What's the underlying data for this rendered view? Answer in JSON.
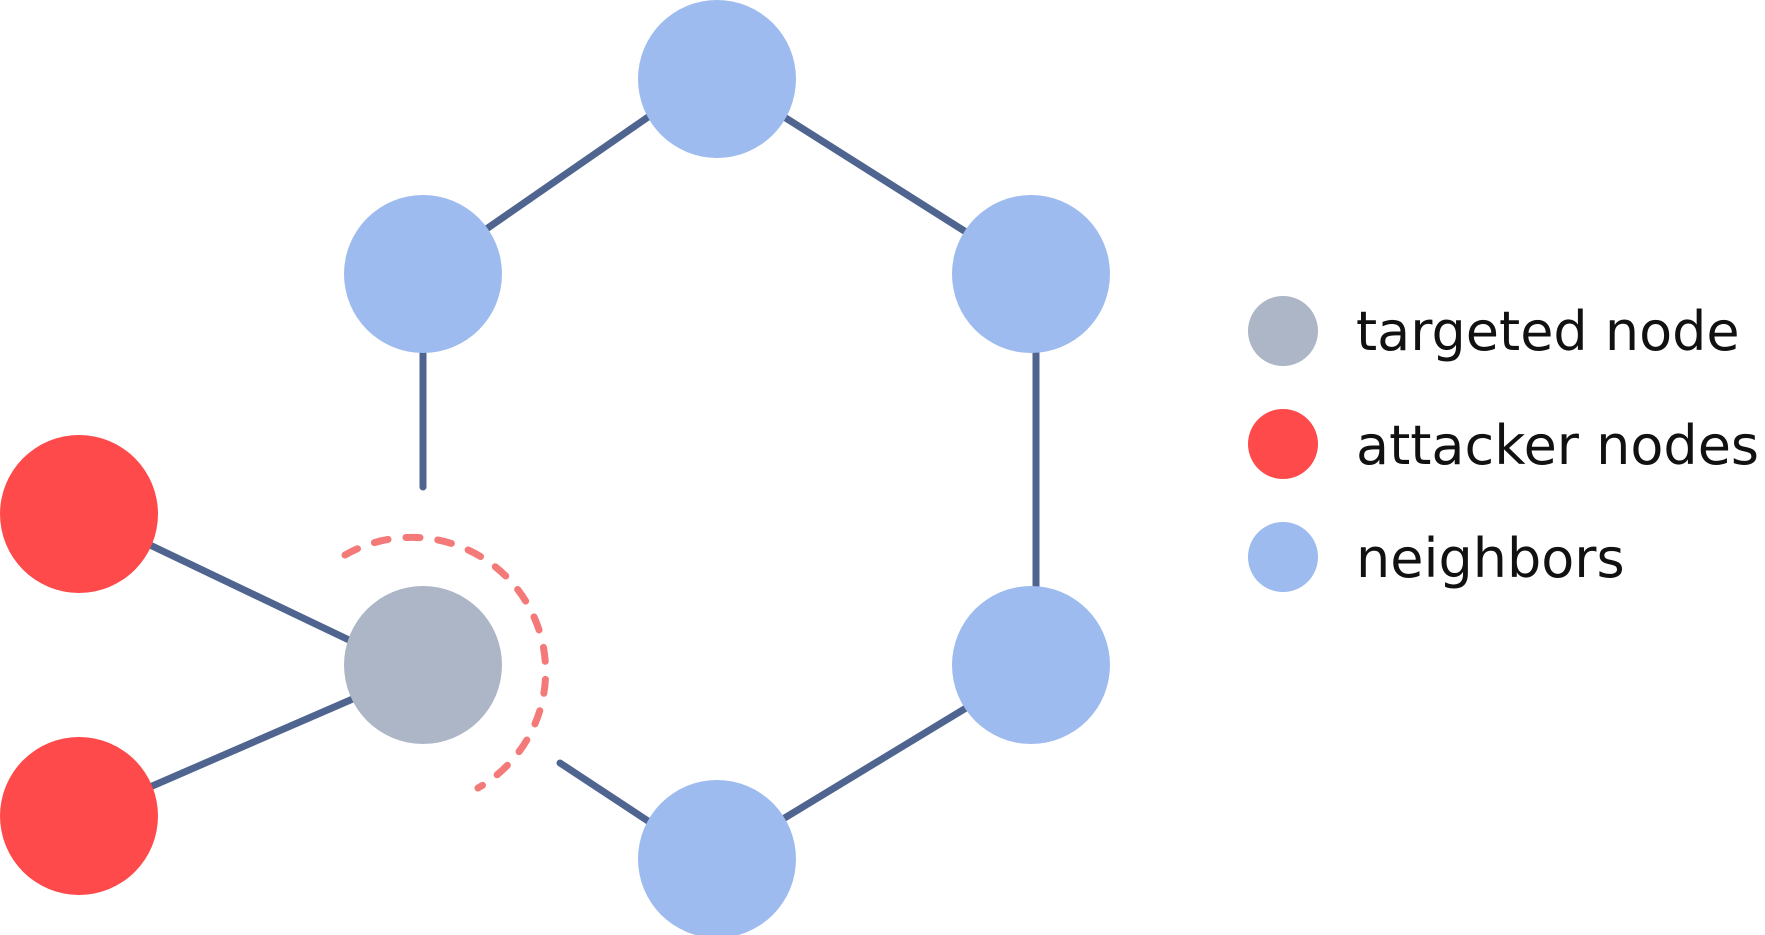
{
  "colors": {
    "edge": "#4f6590",
    "targeted": "#acb6c7",
    "attacker": "#fe4a4a",
    "neighbor": "#9dbbee",
    "attack_ring": "#f47a7a"
  },
  "legend": {
    "targeted_label": "targeted node",
    "attacker_label": "attacker nodes",
    "neighbor_label": "neighbors"
  },
  "graph": {
    "nodes": [
      {
        "id": "n-top",
        "role": "neighbor"
      },
      {
        "id": "n-upper-left",
        "role": "neighbor"
      },
      {
        "id": "n-upper-right",
        "role": "neighbor"
      },
      {
        "id": "n-lower-right",
        "role": "neighbor"
      },
      {
        "id": "n-bottom",
        "role": "neighbor"
      },
      {
        "id": "target",
        "role": "targeted"
      },
      {
        "id": "a-upper",
        "role": "attacker"
      },
      {
        "id": "a-lower",
        "role": "attacker"
      }
    ],
    "edges": [
      {
        "from": "n-upper-left",
        "to": "n-top",
        "state": "intact"
      },
      {
        "from": "n-top",
        "to": "n-upper-right",
        "state": "intact"
      },
      {
        "from": "n-upper-right",
        "to": "n-lower-right",
        "state": "intact"
      },
      {
        "from": "n-lower-right",
        "to": "n-bottom",
        "state": "intact"
      },
      {
        "from": "n-bottom",
        "to": "target",
        "state": "cut"
      },
      {
        "from": "n-upper-left",
        "to": "target",
        "state": "cut"
      },
      {
        "from": "a-upper",
        "to": "target",
        "state": "intact"
      },
      {
        "from": "a-lower",
        "to": "target",
        "state": "intact"
      }
    ]
  }
}
